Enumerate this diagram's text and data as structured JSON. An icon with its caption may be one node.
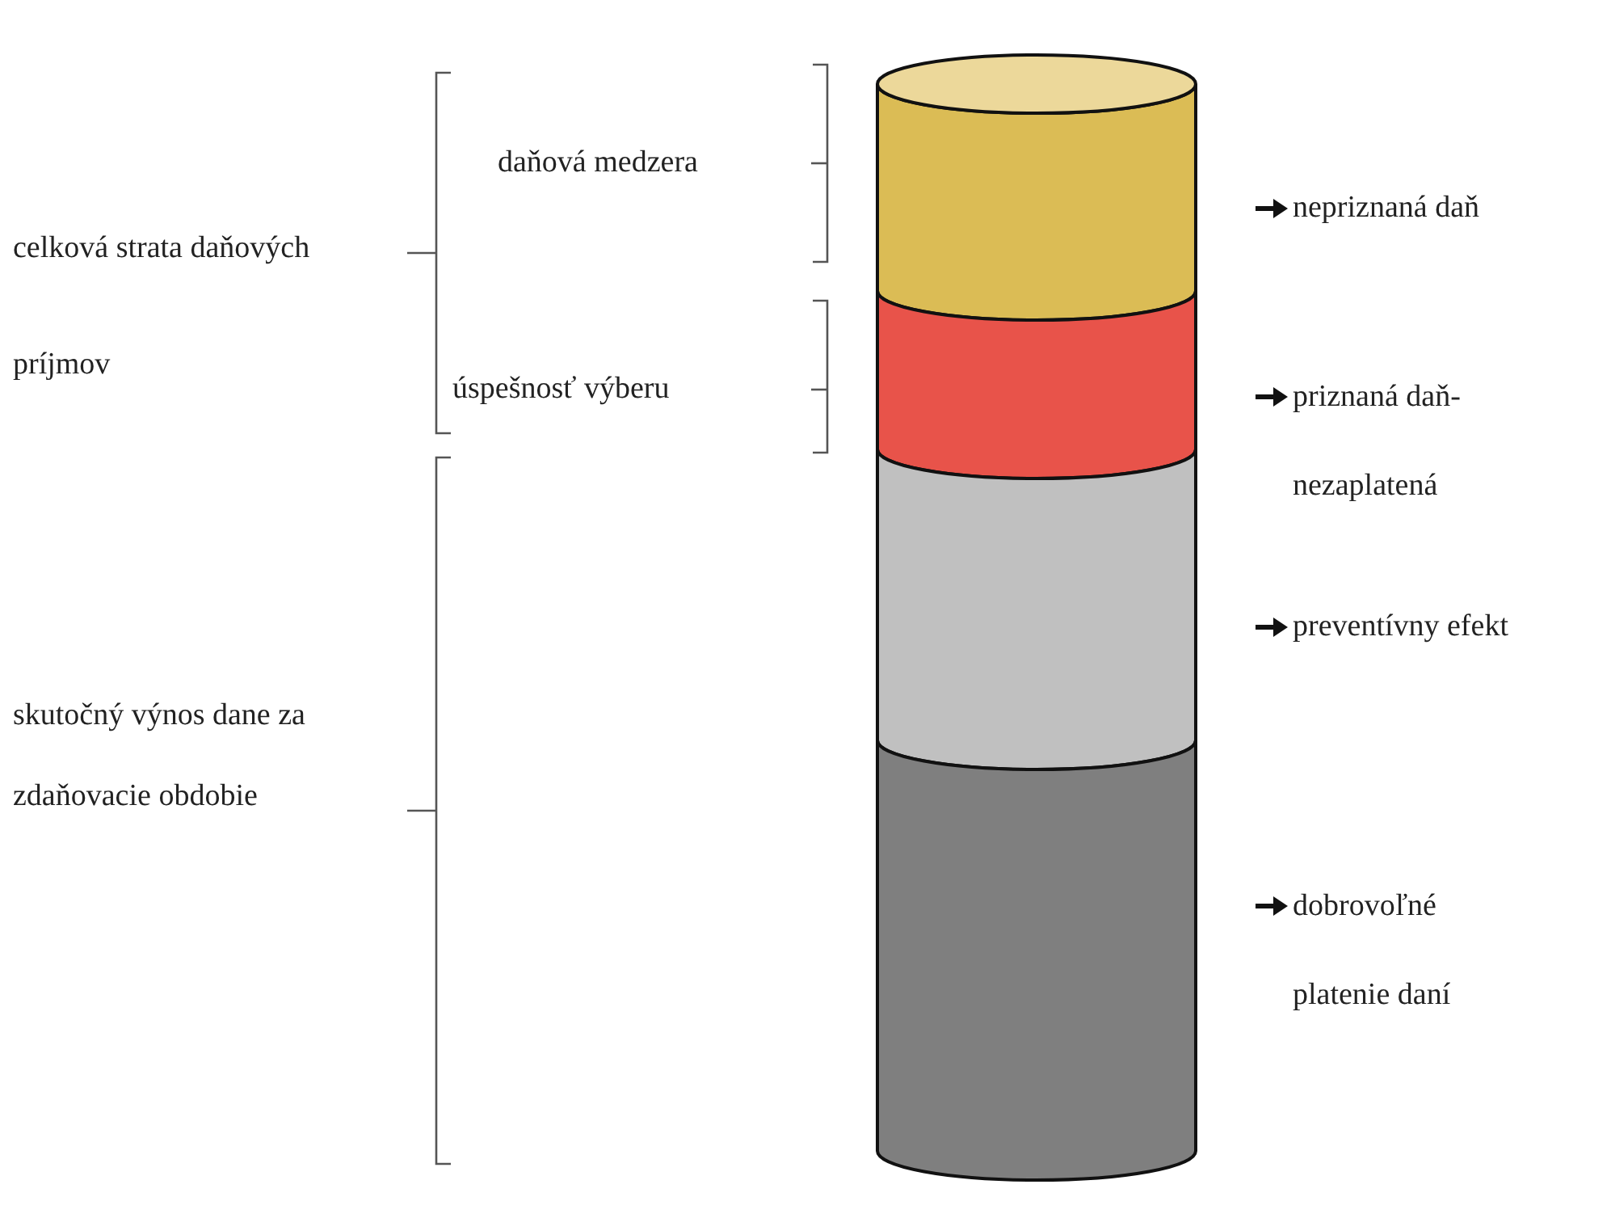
{
  "diagram": {
    "labels": [
      "celková strata daňových príjmov",
      "daňová medzera",
      "úspešnosť výberu",
      "skutočný výnos dane za zdaňovacie obdobie",
      "nepriznaná daň",
      "priznaná daň- nezaplatená",
      "preventívny efekt",
      "dobrovoľné platenie daní"
    ]
  }
}
